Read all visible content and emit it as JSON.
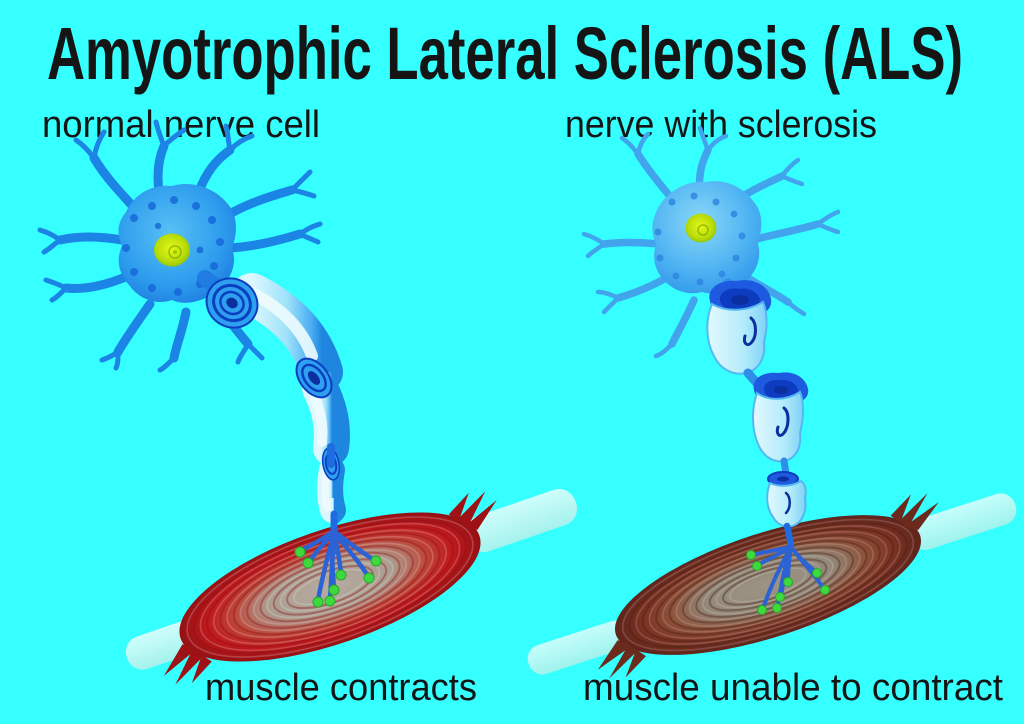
{
  "title": "Amyotrophic Lateral Sclerosis (ALS)",
  "panels": {
    "left": {
      "label": "normal nerve cell",
      "caption": "muscle contracts"
    },
    "right": {
      "label": "nerve with sclerosis",
      "caption": "muscle unable to contract"
    }
  },
  "colors": {
    "background": "#35ffff",
    "text": "#151515",
    "dendrite_blue": "#1b84e4",
    "dendrite_blue_light": "#41a4ec",
    "soma_center": "#57c0f4",
    "soma_edge": "#1668d8",
    "soma_spot": "#1565d8",
    "nucleus_center": "#e6f818",
    "nucleus_edge": "#86bd02",
    "myelin_light": "#ddf7ff",
    "myelin_edge": "#1f86e0",
    "ring_dark": "#0a3fbf",
    "ring_core": "#0b2f9f",
    "axon_blue": "#1f6be0",
    "branch_blue": "#2b62d4",
    "ending_green": "#3fd83f",
    "sclerosis_dark": "#1d5ae0",
    "muscle_red": "#c1191d",
    "muscle_red_dark": "#8a0f12",
    "muscle_center_gray": "#b6aca2",
    "atrophied_brown": "#7c3222",
    "atrophied_dark": "#58211a",
    "atrophied_center_gray": "#9d9484",
    "tendon": "#e9fefb"
  }
}
